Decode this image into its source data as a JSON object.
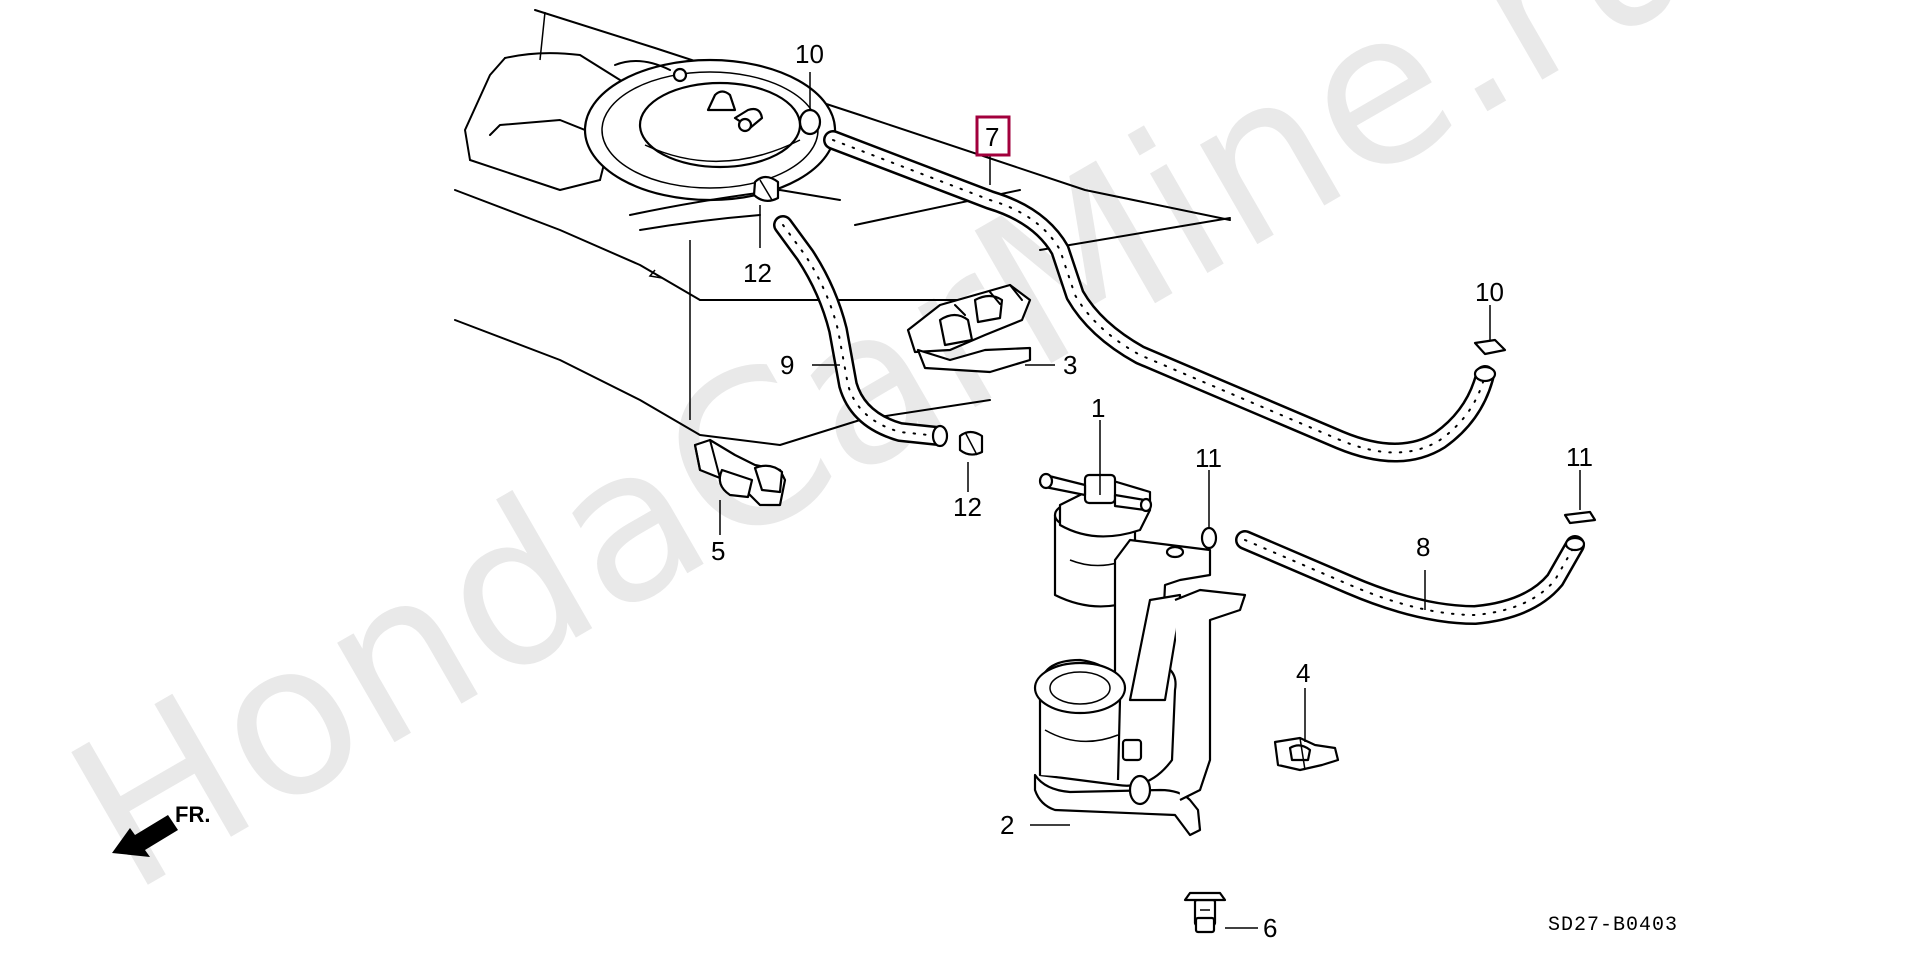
{
  "watermark": "HondaCarMine.ru",
  "direction_label": "FR.",
  "diagram_code": "SD27-B0403",
  "highlight_color": "#a2003c",
  "callouts": {
    "p1": "1",
    "p2": "2",
    "p3": "3",
    "p4": "4",
    "p5": "5",
    "p6": "6",
    "p7": "7",
    "p8": "8",
    "p9": "9",
    "p10a": "10",
    "p10b": "10",
    "p11a": "11",
    "p11b": "11",
    "p12a": "12",
    "p12b": "12"
  },
  "highlighted_part": "7"
}
